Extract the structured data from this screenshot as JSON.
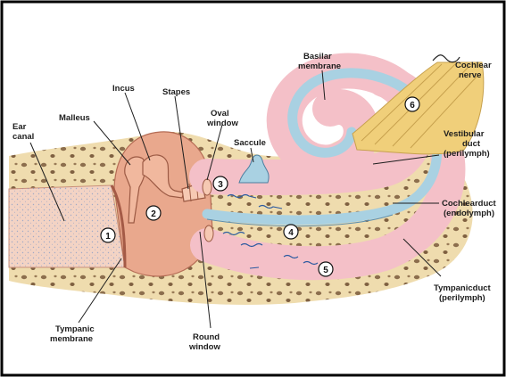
{
  "labels": {
    "ear_canal": [
      "Ear",
      "canal"
    ],
    "malleus": "Malleus",
    "incus": "Incus",
    "stapes": "Stapes",
    "oval_window": [
      "Oval",
      "window"
    ],
    "saccule": "Saccule",
    "basilar_membrane": [
      "Basilar",
      "membrane"
    ],
    "cochlear_nerve": [
      "Cochlear",
      "nerve"
    ],
    "vestibular_duct": [
      "Vestibular",
      "duct",
      "(perilymph)"
    ],
    "cochlear_duct": [
      "Cochlearduct",
      "(endolymph)"
    ],
    "tympanic_duct": [
      "Tympanicduct",
      "(perilymph)"
    ],
    "round_window": [
      "Round",
      "window"
    ],
    "tympanic_membrane": [
      "Tympanic",
      "membrane"
    ]
  },
  "markers": [
    "1",
    "2",
    "3",
    "4",
    "5",
    "6"
  ],
  "colors": {
    "bone": "#efdcae",
    "bone_dots": "#7a5a3c",
    "canal": "#f3d3c4",
    "ossicle": "#e9a88d",
    "cochlea_pink": "#f4c0c8",
    "cochlear_duct": "#a9d1e2",
    "nerve": "#f0cf7a",
    "arrows": "#2c5aa0"
  }
}
